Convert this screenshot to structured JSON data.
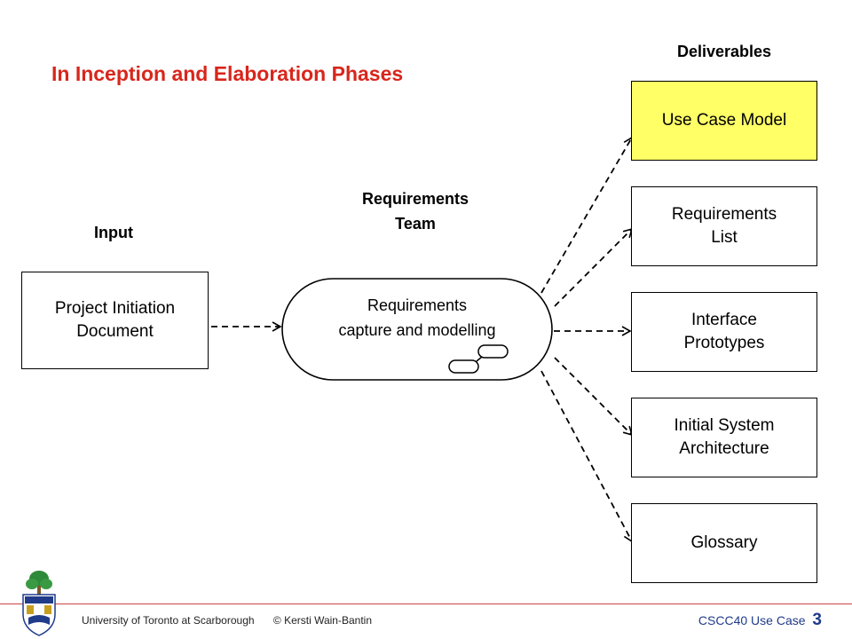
{
  "title": "In Inception and Elaboration Phases",
  "headings": {
    "deliverables": "Deliverables",
    "team": "Requirements\nTeam",
    "input": "Input"
  },
  "input_box": {
    "label": "Project Initiation\nDocument"
  },
  "process": {
    "label": "Requirements\ncapture and modelling"
  },
  "deliverables": [
    {
      "label": "Use Case Model",
      "highlight": true
    },
    {
      "label": "Requirements\nList",
      "highlight": false
    },
    {
      "label": "Interface\nPrototypes",
      "highlight": false
    },
    {
      "label": "Initial System\nArchitecture",
      "highlight": false
    },
    {
      "label": "Glossary",
      "highlight": false
    }
  ],
  "footer": {
    "institution": "University of Toronto at Scarborough",
    "author": "© Kersti Wain-Bantin",
    "course": "CSCC40  Use Case",
    "page": "3"
  },
  "colors": {
    "title": "#d8261c",
    "highlight": "#ffff66",
    "footer_course": "#1f3b8a"
  },
  "icons": [
    "university-crest-icon",
    "use-case-ovals-icon"
  ]
}
